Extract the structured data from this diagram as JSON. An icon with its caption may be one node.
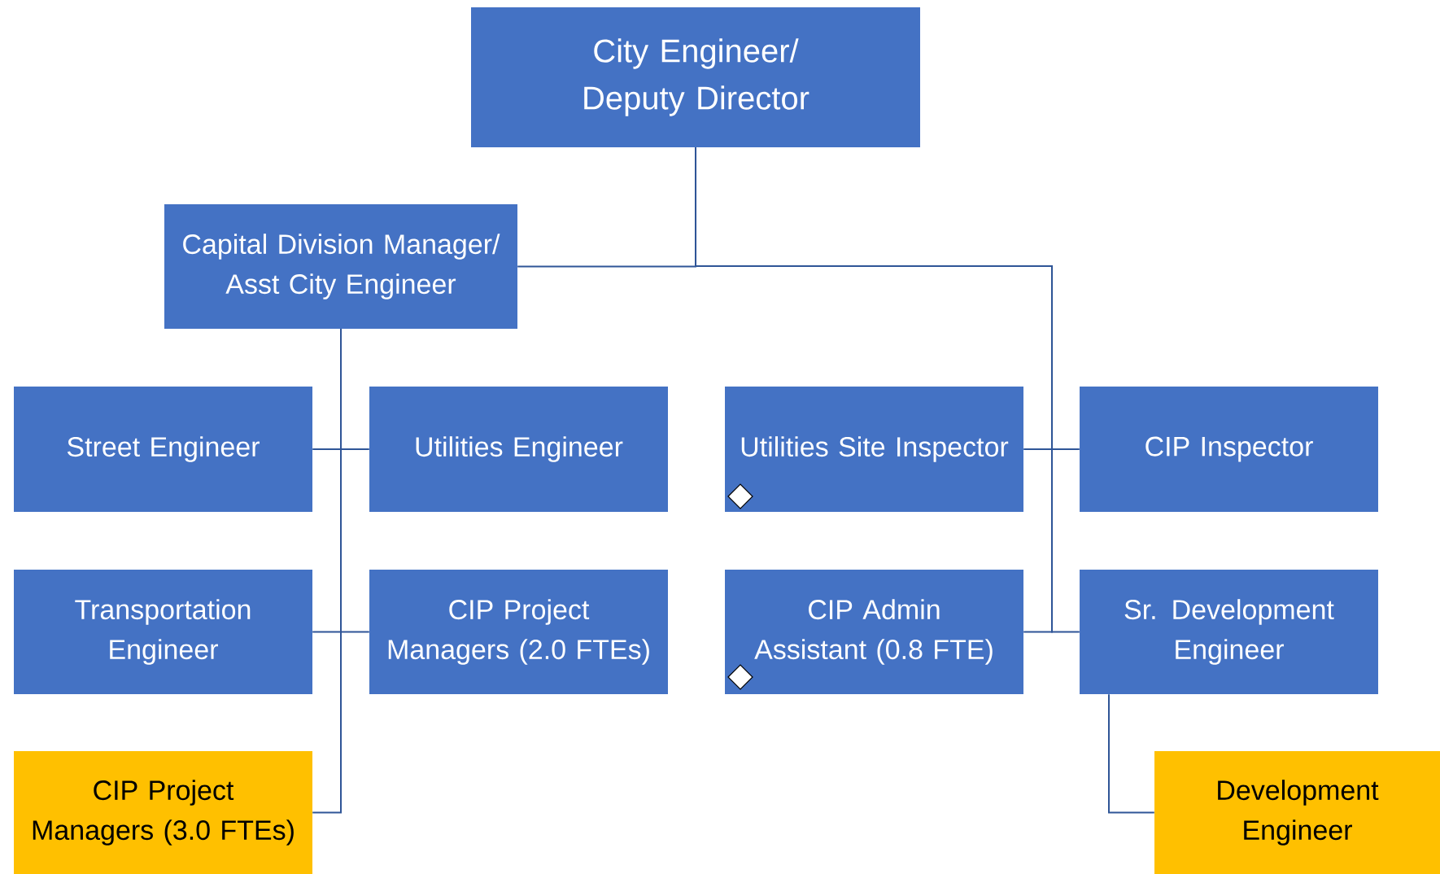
{
  "diagram": {
    "nodes": [
      {
        "text": [
          "City Engineer/ Deputy Director"
        ]
      },
      {
        "text": [
          "Capital Division Manager/ Asst City Engineer"
        ]
      },
      {
        "text": [
          "Street Engineer"
        ]
      },
      {
        "text": [
          "Utilities Engineer"
        ]
      },
      {
        "text": [
          "Utilities Site Inspector"
        ]
      },
      {
        "text": [
          "CIP Inspector"
        ]
      },
      {
        "text": [
          "Transportation Engineer"
        ]
      },
      {
        "text": [
          "CIP Project Managers (2.0 FTEs)"
        ]
      },
      {
        "text": [
          "CIP Admin Assistant (0.8 FTE)"
        ]
      },
      {
        "text": [
          "Sr. Development Engineer"
        ]
      },
      {
        "text": [
          "CIP Project Managers (3.0 FTEs)"
        ]
      },
      {
        "text": [
          "Development Engineer"
        ]
      }
    ],
    "edges": [
      {
        "from": 0,
        "to": 1,
        "arrow": "none"
      },
      {
        "from": 0,
        "to": 4,
        "arrow": "none"
      },
      {
        "from": 0,
        "to": 5,
        "arrow": "none"
      },
      {
        "from": 0,
        "to": 8,
        "arrow": "none"
      },
      {
        "from": 0,
        "to": 9,
        "arrow": "none"
      },
      {
        "from": 1,
        "to": 2,
        "arrow": "none"
      },
      {
        "from": 1,
        "to": 3,
        "arrow": "none"
      },
      {
        "from": 1,
        "to": 6,
        "arrow": "none"
      },
      {
        "from": 1,
        "to": 7,
        "arrow": "none"
      },
      {
        "from": 1,
        "to": 10,
        "arrow": "none"
      },
      {
        "from": 9,
        "to": 11,
        "arrow": "none"
      }
    ]
  }
}
